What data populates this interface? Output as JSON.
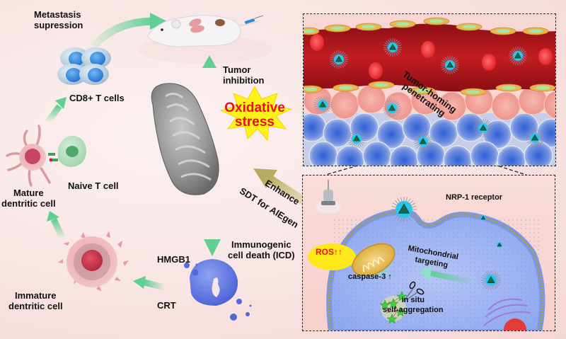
{
  "figure": {
    "title": "AIEgen nanoparticle sonodynamic therapy and immunogenic cell death mechanism",
    "labels": {
      "metastasis": "Metastasis\nsupression",
      "tumor_inhibition": "Tumor\ninhibition",
      "cd8": "CD8+ T cells",
      "oxidative_stress": "Oxidative\nstress",
      "naive_t": "Naive T cell",
      "mature_dc": "Mature\ndentritic cell",
      "immature_dc": "Immature\ndentritic cell",
      "hmgb1": "HMGB1",
      "crt": "CRT",
      "icd": "Immunogenic\ncell death (ICD)",
      "enhance": "Enhance",
      "sdt": "SDT for AIEgen",
      "tumor_homing": "Tumor-homing",
      "penetrating": "penetrating",
      "nrp1": "NRP-1 receptor",
      "ros": "ROS↑↑",
      "mito_targeting": "Mitochondrial\ntargeting",
      "caspase": "caspase-3 ↑",
      "in_situ": "in situ\nself-aggregation"
    },
    "colors": {
      "arrow_green": "#5fcf93",
      "arrow_tan": "#c8bd78",
      "burst_yellow": "#fff21a",
      "burst_text_red": "#e8101a",
      "vessel_red": "#b8171c",
      "ros_yellow": "#ffe81a",
      "nanoparticle_cyan": "#2ec5ec",
      "cell_blue": "#8fa8f0"
    }
  }
}
